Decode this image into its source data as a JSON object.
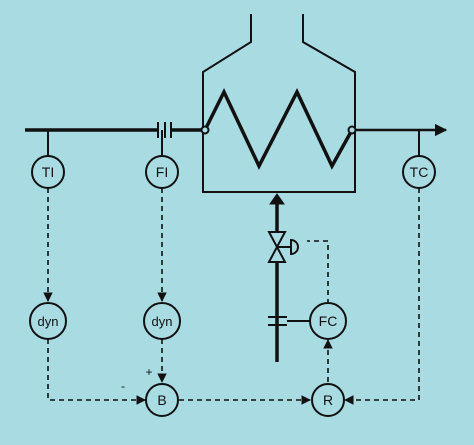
{
  "nodes": {
    "ti": "TI",
    "fi": "FI",
    "tc": "TC",
    "dyn_ti": "dyn",
    "dyn_fi": "dyn",
    "fc": "FC",
    "b": "B",
    "r": "R"
  },
  "signs": {
    "plus": "+",
    "minus": "-"
  },
  "colors": {
    "background": "#a9dbe3",
    "line": "#111111"
  }
}
